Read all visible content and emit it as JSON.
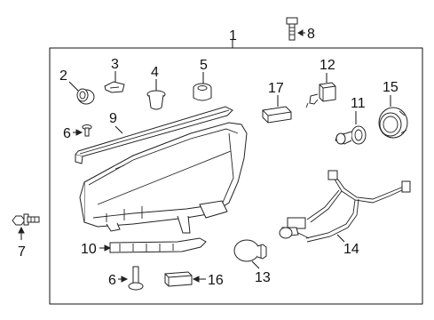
{
  "callouts": {
    "c1": "1",
    "c2": "2",
    "c3": "3",
    "c4": "4",
    "c5": "5",
    "c6a": "6",
    "c6b": "6",
    "c7": "7",
    "c8": "8",
    "c9": "9",
    "c10": "10",
    "c11": "11",
    "c12": "12",
    "c13": "13",
    "c14": "14",
    "c15": "15",
    "c16": "16",
    "c17": "17"
  },
  "colors": {
    "line": "#111111",
    "background": "#ffffff"
  }
}
